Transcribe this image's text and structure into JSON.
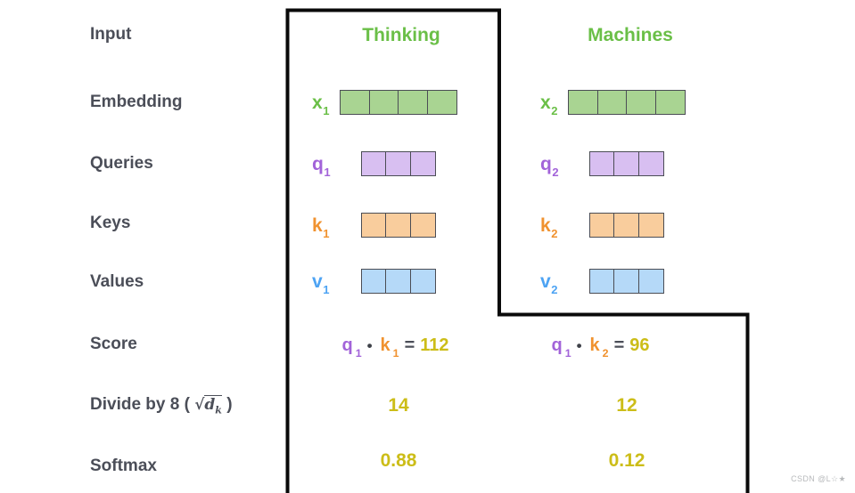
{
  "colors": {
    "green": "#6abf47",
    "green_fill": "#a9d492",
    "purple": "#a263d9",
    "purple_fill": "#d8bff1",
    "orange": "#f0922f",
    "orange_fill": "#f9cd9d",
    "blue": "#4da3f3",
    "blue_fill": "#b5d9f8",
    "yellow": "#ccbd18",
    "slate": "#4b4e58",
    "cell_border": "#4b4d55",
    "outline": "#0a0a0a",
    "watermark": "#b8babc"
  },
  "rows": {
    "input": "Input",
    "embedding": "Embedding",
    "queries": "Queries",
    "keys": "Keys",
    "values": "Values",
    "score": "Score",
    "divide_prefix": "Divide by 8 ( ",
    "divide_sqrt": "√",
    "divide_radicand": "d",
    "divide_radicand_sub": "k",
    "divide_suffix": " )",
    "softmax": "Softmax"
  },
  "columns": [
    {
      "header": "Thinking",
      "vectors": [
        {
          "label": "x",
          "sub": "1",
          "cells": 4,
          "scheme": "green"
        },
        {
          "label": "q",
          "sub": "1",
          "cells": 3,
          "scheme": "purple"
        },
        {
          "label": "k",
          "sub": "1",
          "cells": 3,
          "scheme": "orange"
        },
        {
          "label": "v",
          "sub": "1",
          "cells": 3,
          "scheme": "blue"
        }
      ],
      "score": {
        "q": "q",
        "q_sub": "1",
        "dot": "•",
        "k": "k",
        "k_sub": "1",
        "eq": "=",
        "value": "112"
      },
      "divide_value": "14",
      "softmax_value": "0.88"
    },
    {
      "header": "Machines",
      "vectors": [
        {
          "label": "x",
          "sub": "2",
          "cells": 4,
          "scheme": "green"
        },
        {
          "label": "q",
          "sub": "2",
          "cells": 3,
          "scheme": "purple"
        },
        {
          "label": "k",
          "sub": "2",
          "cells": 3,
          "scheme": "orange"
        },
        {
          "label": "v",
          "sub": "2",
          "cells": 3,
          "scheme": "blue"
        }
      ],
      "score": {
        "q": "q",
        "q_sub": "1",
        "dot": "•",
        "k": "k",
        "k_sub": "2",
        "eq": "=",
        "value": "96"
      },
      "divide_value": "12",
      "softmax_value": "0.12"
    }
  ],
  "watermark": {
    "text": "CSDN @L☆★"
  }
}
